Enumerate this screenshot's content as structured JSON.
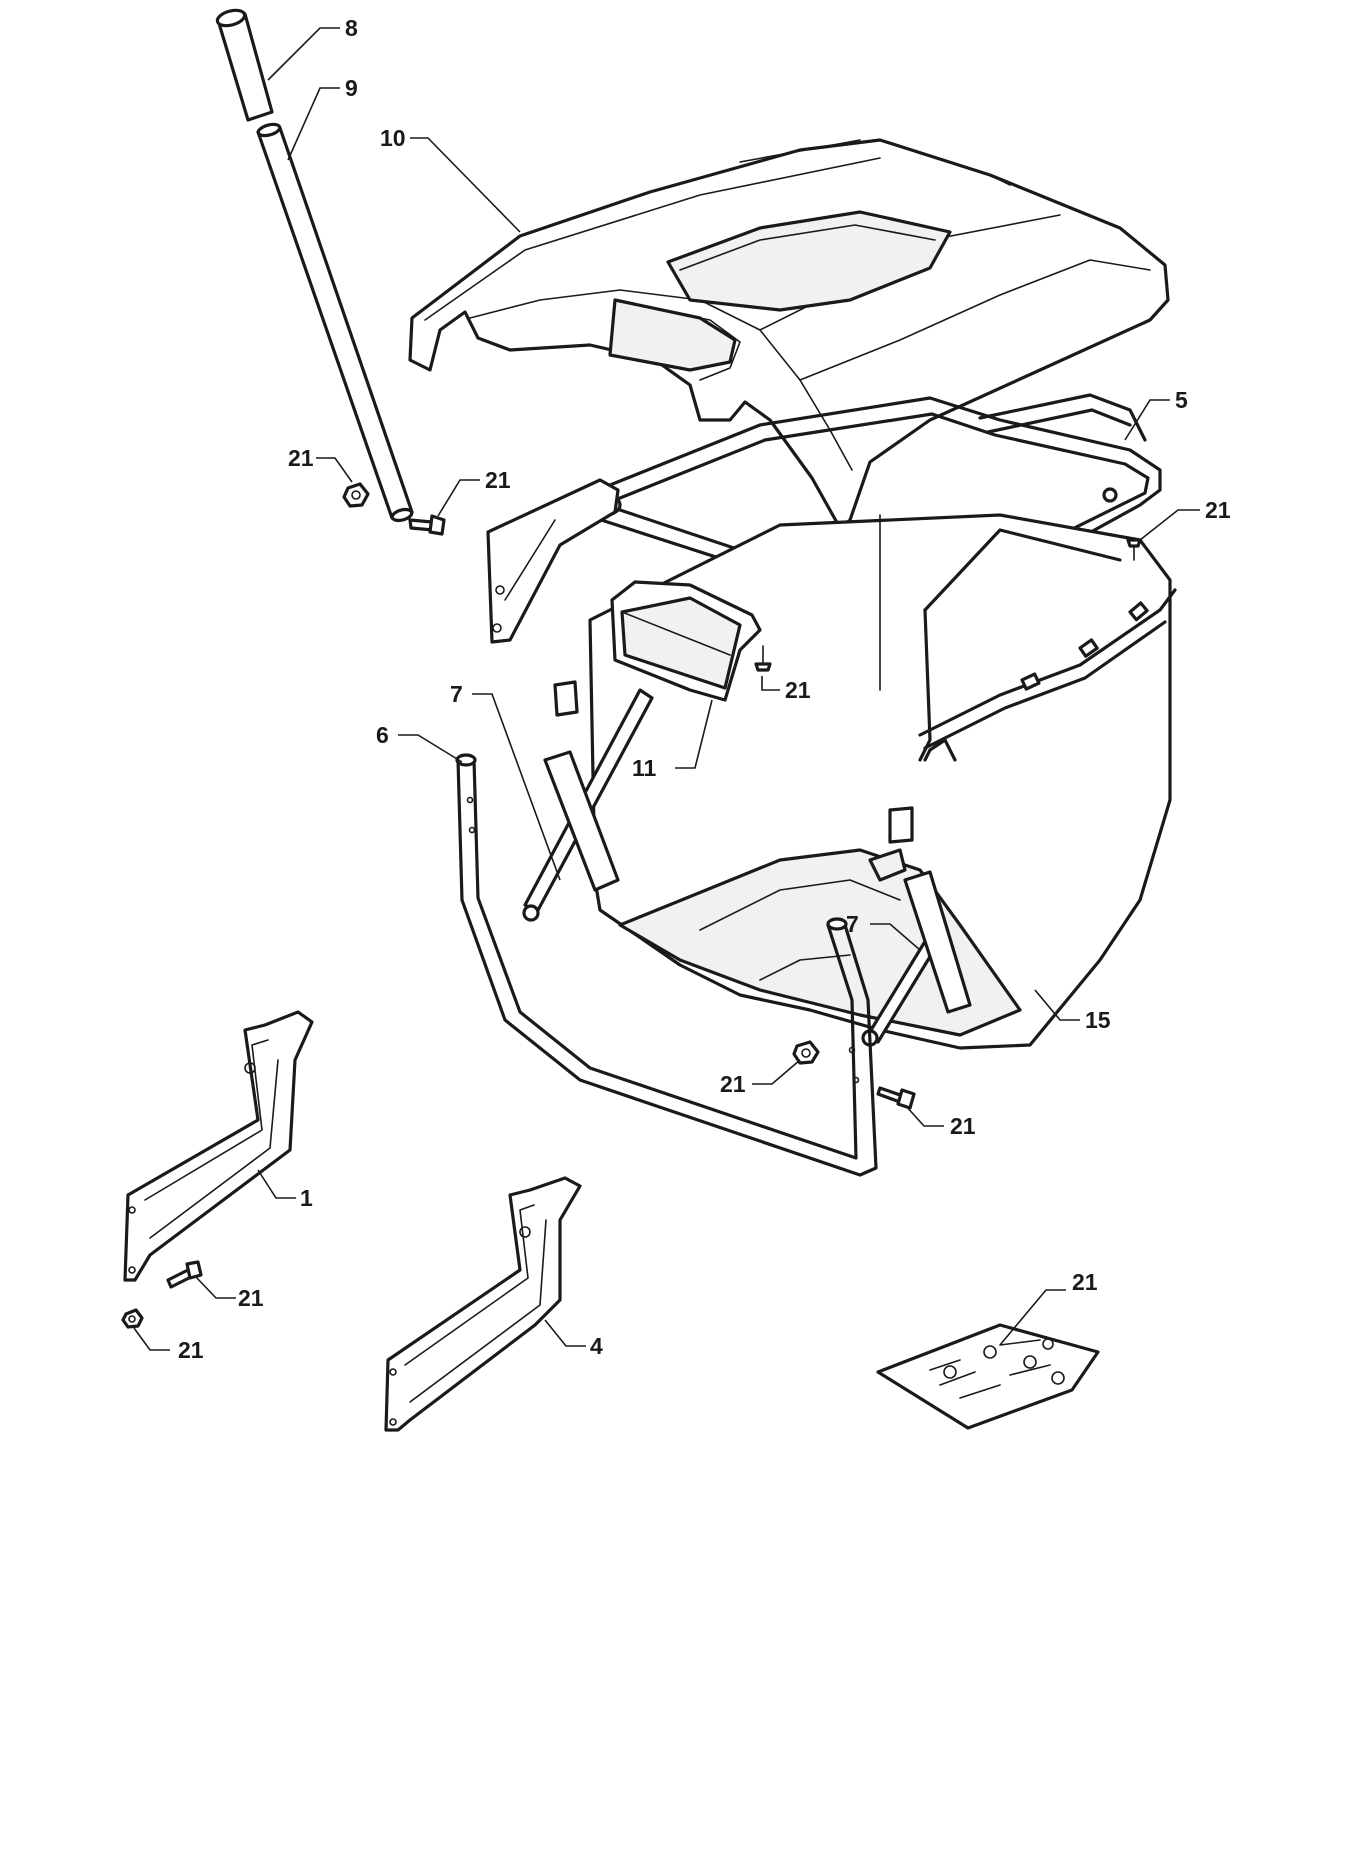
{
  "callouts": {
    "c8": "8",
    "c9": "9",
    "c10": "10",
    "c5": "5",
    "c21_nut_left": "21",
    "c21_bolt_left": "21",
    "c21_screw_right": "21",
    "c21_screw_chute": "21",
    "c7_left": "7",
    "c6": "6",
    "c11": "11",
    "c7_right": "7",
    "c15": "15",
    "c21_nut_mid": "21",
    "c21_bolt_mid": "21",
    "c1": "1",
    "c21_bolt_bracket": "21",
    "c21_nut_bracket": "21",
    "c4": "4",
    "c21_kit": "21"
  },
  "colors": {
    "line": "#1a1a1a",
    "background": "#ffffff",
    "shade": "#f1f1f1"
  }
}
